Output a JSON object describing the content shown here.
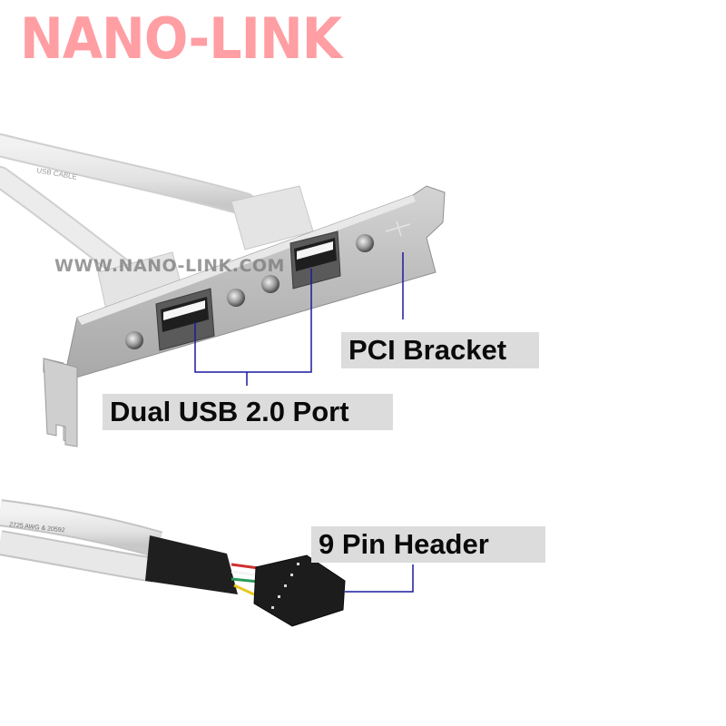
{
  "brand": {
    "logo_text": "NANO-LINK",
    "color": "#ff9ea3"
  },
  "watermark": {
    "text": "WWW.NANO-LINK.COM"
  },
  "callouts": {
    "pci_bracket": "PCI Bracket",
    "usb_port": "Dual USB 2.0 Port",
    "pin_header": "9 Pin Header"
  },
  "cable_print": {
    "upper_cable": "USB CABLE",
    "lower_cable": "2725 AWG & 20592"
  },
  "colors": {
    "callout_bg": "#dcdcdc",
    "leader_line": "#1a1aa0",
    "bracket_metal": "#bdbdbd",
    "cable": "#e6e6e6",
    "header_block": "#1c1c1c"
  }
}
